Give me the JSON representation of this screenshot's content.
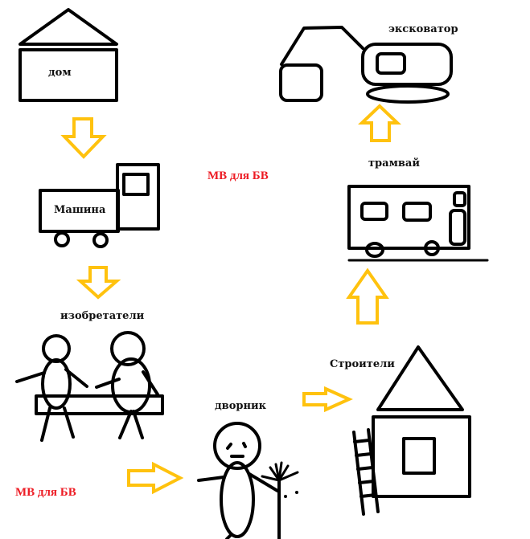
{
  "labels": {
    "house": "дом",
    "car": "Машина",
    "inventors": "изобретатели",
    "janitor": "дворник",
    "builders": "Строители",
    "tram": "трамвай",
    "excavator": "эксковатор"
  },
  "notes": {
    "top": "МВ для БВ",
    "bottom": "МВ для БВ"
  },
  "colors": {
    "arrow": "#ffc20e",
    "note": "#ed1c24",
    "stroke": "#000000"
  }
}
